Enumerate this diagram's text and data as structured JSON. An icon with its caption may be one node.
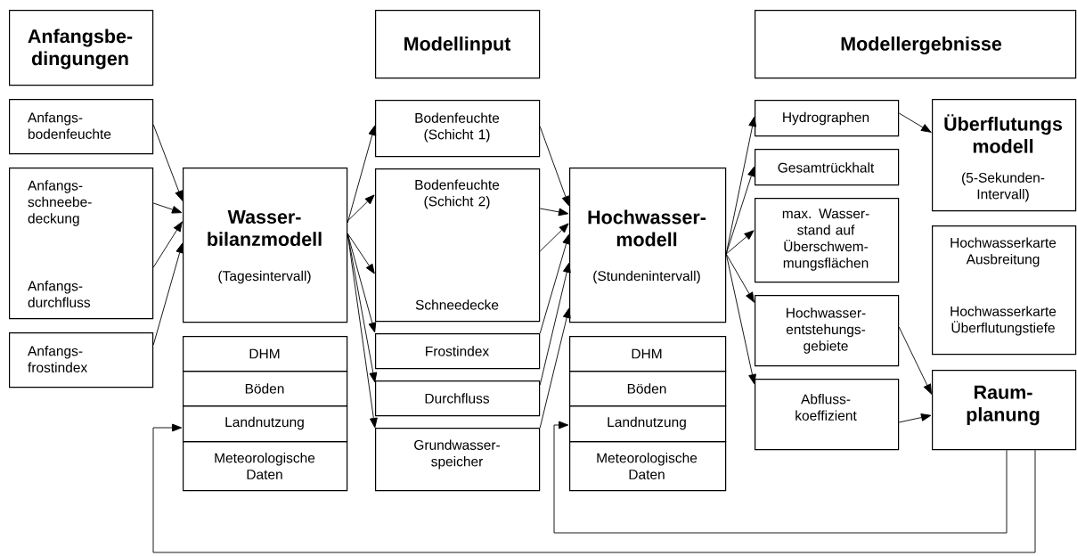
{
  "diagram": {
    "nodes": [
      {
        "text": [
          "Anfangsbe- dingungen"
        ]
      },
      {
        "text": [
          "Anfangs- bodenfeuchte"
        ]
      },
      {
        "text": [
          "Anfangs- schneebe- deckung",
          "Anfangs- durchfluss"
        ]
      },
      {
        "text": [
          "Anfangs- frostindex"
        ]
      },
      {
        "text": [
          "Wasser- bilanzmodell",
          "(Tagesintervall)"
        ]
      },
      {
        "text": [
          "DHM"
        ]
      },
      {
        "text": [
          "Böden"
        ]
      },
      {
        "text": [
          "Landnutzung"
        ]
      },
      {
        "text": [
          "Meteorologische Daten"
        ]
      },
      {
        "text": [
          "Modellinput"
        ]
      },
      {
        "text": [
          "Bodenfeuchte (Schicht 1)"
        ]
      },
      {
        "text": [
          "Bodenfeuchte (Schicht 2)",
          "Schneedecke"
        ]
      },
      {
        "text": [
          "Frostindex"
        ]
      },
      {
        "text": [
          "Durchfluss"
        ]
      },
      {
        "text": [
          "Grundwasser- speicher"
        ]
      },
      {
        "text": [
          "Hochwasser- modell",
          "(Stundenintervall)"
        ]
      },
      {
        "text": [
          "DHM"
        ]
      },
      {
        "text": [
          "Böden"
        ]
      },
      {
        "text": [
          "Landnutzung"
        ]
      },
      {
        "text": [
          "Meteorologische Daten"
        ]
      },
      {
        "text": [
          "Modellergebnisse"
        ]
      },
      {
        "text": [
          "Hydrographen"
        ]
      },
      {
        "text": [
          "Gesamtrückhalt"
        ]
      },
      {
        "text": [
          "max. Wasser- stand auf Überschwem- mungsflächen"
        ]
      },
      {
        "text": [
          "Hochwasser- entstehungs- gebiete"
        ]
      },
      {
        "text": [
          "Abfluss- koeffizient"
        ]
      },
      {
        "text": [
          "Überflutungs modell",
          "(5-Sekunden- Intervall)"
        ]
      },
      {
        "text": [
          "Hochwasserkarte Ausbreitung",
          "Hochwasserkarte Überflutungstiefe"
        ]
      },
      {
        "text": [
          "Raum- planung"
        ]
      }
    ],
    "edges": [
      {
        "from": 1,
        "to": 4,
        "arrow": "to"
      },
      {
        "from": 2,
        "to": 4,
        "arrow": "to"
      },
      {
        "from": 2,
        "to": 4,
        "arrow": "to"
      },
      {
        "from": 3,
        "to": 4,
        "arrow": "to"
      },
      {
        "from": 4,
        "to": 10,
        "arrow": "to"
      },
      {
        "from": 4,
        "to": 11,
        "arrow": "to"
      },
      {
        "from": 4,
        "to": 11,
        "arrow": "to"
      },
      {
        "from": 4,
        "to": 12,
        "arrow": "to"
      },
      {
        "from": 4,
        "to": 13,
        "arrow": "to"
      },
      {
        "from": 4,
        "to": 14,
        "arrow": "to"
      },
      {
        "from": 10,
        "to": 15,
        "arrow": "to"
      },
      {
        "from": 11,
        "to": 15,
        "arrow": "to"
      },
      {
        "from": 11,
        "to": 15,
        "arrow": "to"
      },
      {
        "from": 12,
        "to": 15,
        "arrow": "to"
      },
      {
        "from": 13,
        "to": 15,
        "arrow": "to"
      },
      {
        "from": 14,
        "to": 15,
        "arrow": "to"
      },
      {
        "from": 15,
        "to": 21,
        "arrow": "to"
      },
      {
        "from": 15,
        "to": 22,
        "arrow": "to"
      },
      {
        "from": 15,
        "to": 23,
        "arrow": "to"
      },
      {
        "from": 15,
        "to": 24,
        "arrow": "to"
      },
      {
        "from": 15,
        "to": 25,
        "arrow": "to"
      },
      {
        "from": 21,
        "to": 26,
        "arrow": "to"
      },
      {
        "from": 24,
        "to": 28,
        "arrow": "to"
      },
      {
        "from": 25,
        "to": 28,
        "arrow": "to"
      },
      {
        "from": 28,
        "to": 18,
        "arrow": "to"
      },
      {
        "from": 28,
        "to": 7,
        "arrow": "to"
      }
    ]
  }
}
